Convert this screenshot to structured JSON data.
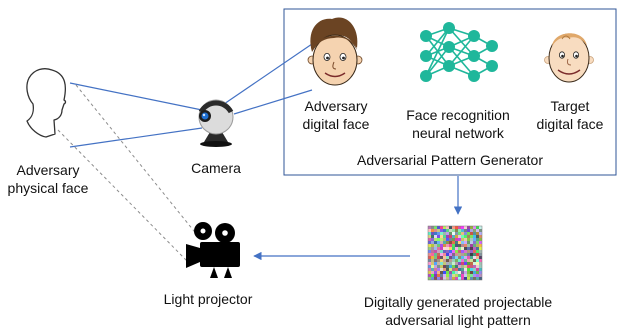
{
  "labels": {
    "adversary_physical_face": [
      "Adversary",
      "physical face"
    ],
    "camera": "Camera",
    "adversary_digital_face": [
      "Adversary",
      "digital face"
    ],
    "face_recognition_nn": [
      "Face recognition",
      "neural network"
    ],
    "target_digital_face": [
      "Target",
      "digital face"
    ],
    "generator": "Adversarial Pattern Generator",
    "light_projector": "Light projector",
    "light_pattern": [
      "Digitally generated projectable",
      "adversarial light pattern"
    ]
  },
  "colors": {
    "connector": "#4472c4",
    "dotted": "#8c8c8c",
    "box_border": "#2f5597",
    "nn_node": "#1fb79b",
    "face_skin": "#f5d3b0",
    "hair": "#6b4423"
  },
  "icons": [
    "head-silhouette-icon",
    "webcam-icon",
    "cartoon-face-icon",
    "neural-network-icon",
    "movie-projector-icon",
    "noise-pattern-icon"
  ]
}
